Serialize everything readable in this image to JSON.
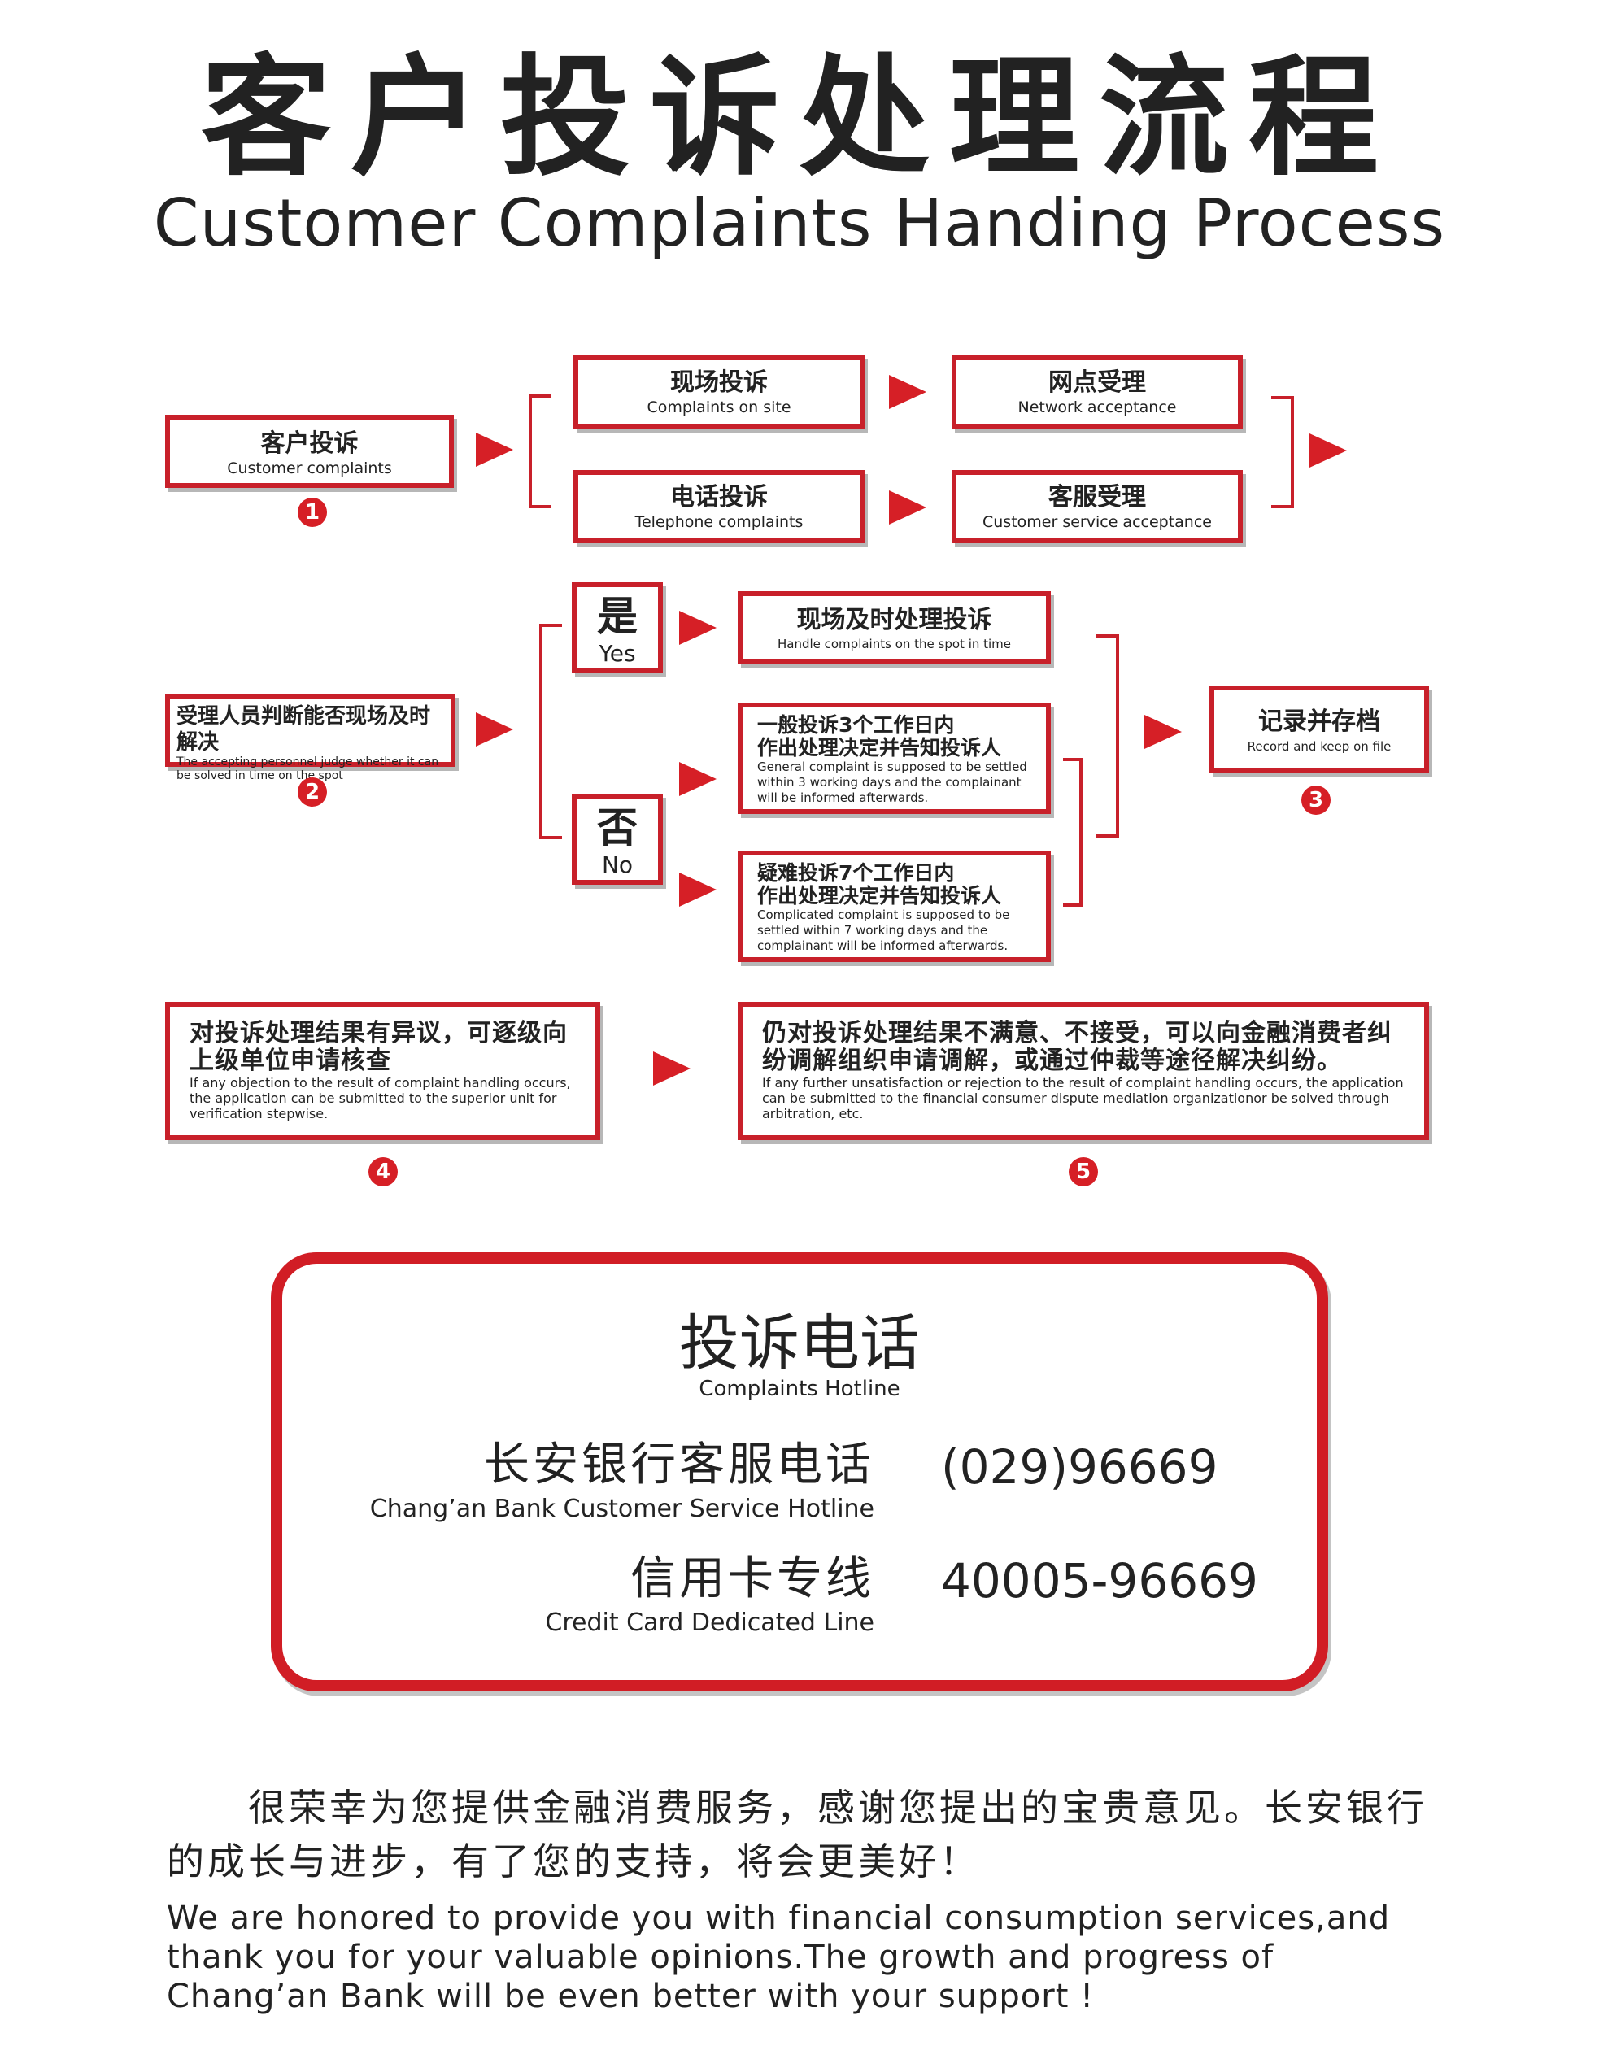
{
  "title": {
    "zh": "客户投诉处理流程",
    "en": "Customer Complaints Handing Process"
  },
  "accent_color": "#d61f26",
  "steps": {
    "s1": {
      "zh": "客户投诉",
      "en": "Customer complaints",
      "num": "1"
    },
    "onsite": {
      "zh": "现场投诉",
      "en": "Complaints on site"
    },
    "phone": {
      "zh": "电话投诉",
      "en": "Telephone complaints"
    },
    "network": {
      "zh": "网点受理",
      "en": "Network acceptance"
    },
    "service": {
      "zh": "客服受理",
      "en": "Customer service acceptance"
    },
    "s2": {
      "zh": "受理人员判断能否现场及时解决",
      "en": "The accepting personnel judge whether it can be solved in time on the spot",
      "num": "2"
    },
    "yes": {
      "zh": "是",
      "en": "Yes"
    },
    "no": {
      "zh": "否",
      "en": "No"
    },
    "spot": {
      "zh": "现场及时处理投诉",
      "en": "Handle complaints on the spot in time"
    },
    "general": {
      "zh1": "一般投诉3个工作日内",
      "zh2": "作出处理决定并告知投诉人",
      "en": "General complaint is supposed to be settled within 3 working days and the complainant will be informed afterwards."
    },
    "difficult": {
      "zh1": "疑难投诉7个工作日内",
      "zh2": "作出处理决定并告知投诉人",
      "en": "Complicated complaint is supposed to be settled within 7 working days and the complainant will be informed afterwards."
    },
    "s3": {
      "zh": "记录并存档",
      "en": "Record and keep on file",
      "num": "3"
    },
    "s4": {
      "zh1": "对投诉处理结果有异议，可逐级向",
      "zh2": "上级单位申请核查",
      "en": "If any objection to the result of complaint handling occurs, the application can be submitted to the superior unit  for verification stepwise.",
      "num": "4"
    },
    "s5": {
      "zh1": "仍对投诉处理结果不满意、不接受，可以向金融消费者纠",
      "zh2": "纷调解组织申请调解，或通过仲裁等途径解决纠纷。",
      "en": "If any further unsatisfaction or rejection to the result of complaint handling occurs, the application can be submitted to the financial consumer dispute mediation organizationor be solved through arbitration, etc.",
      "num": "5"
    }
  },
  "hotline": {
    "title_zh": "投诉电话",
    "title_en": "Complaints Hotline",
    "line1_zh": "长安银行客服电话",
    "line1_en": "Chang’an Bank Customer Service Hotline",
    "line1_num": "(029)96669",
    "line2_zh": "信用卡专线",
    "line2_en": "Credit Card Dedicated Line",
    "line2_num": "40005-96669"
  },
  "footer": {
    "zh": "很荣幸为您提供金融消费服务，感谢您提出的宝贵意见。长安银行的成长与进步，有了您的支持，将会更美好！",
    "en": "We are honored to provide you with financial consumption services,and thank you  for your valuable opinions.The growth and progress of Chang’an Bank will be even better with your support !"
  }
}
